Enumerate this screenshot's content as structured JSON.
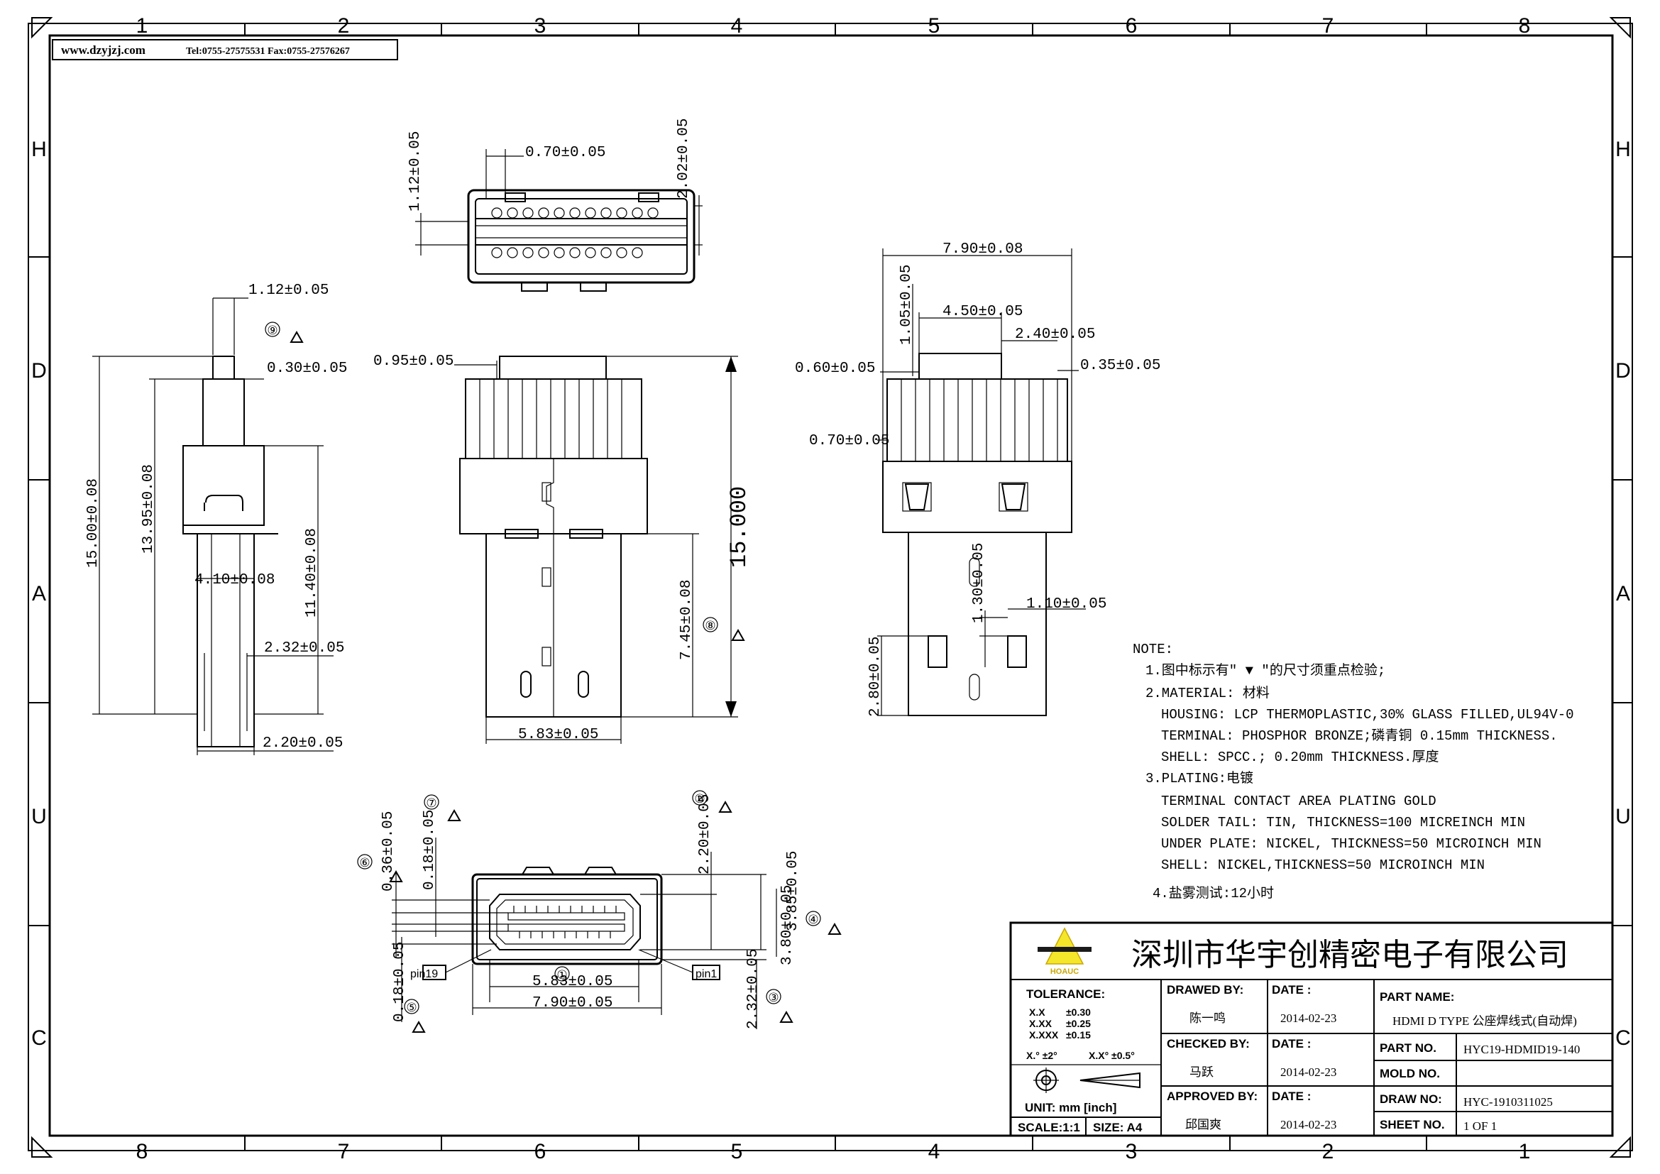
{
  "header": {
    "website": "www.dzyjzj.com",
    "contact": "Tel:0755-27575531 Fax:0755-27576267"
  },
  "grid": {
    "top_numbers": [
      "1",
      "2",
      "3",
      "4",
      "5",
      "6",
      "7",
      "8"
    ],
    "bottom_numbers": [
      "8",
      "7",
      "6",
      "5",
      "4",
      "3",
      "2",
      "1"
    ],
    "left_letters": [
      "H",
      "D",
      "A",
      "U",
      "C"
    ],
    "right_letters": [
      "H",
      "D",
      "A",
      "U",
      "C"
    ]
  },
  "dims": {
    "top_070": "0.70±0.05",
    "top_112": "1.12±0.05",
    "top_202": "2.02±0.05",
    "side_112": "1.12±0.05",
    "side_030": "0.30±0.05",
    "side_1500": "15.00±0.08",
    "side_1395": "13.95±0.08",
    "side_410": "4.10±0.08",
    "side_1140": "11.40±0.08",
    "side_232": "2.32±0.05",
    "side_220": "2.20±0.05",
    "front_095": "0.95±0.05",
    "front_15000": "15.000",
    "front_745": "7.45±0.08",
    "front_583": "5.83±0.05",
    "right_790": "7.90±0.08",
    "right_105": "1.05±0.05",
    "right_450": "4.50±0.05",
    "right_240": "2.40±0.05",
    "right_060": "0.60±0.05",
    "right_035": "0.35±0.05",
    "right_070": "0.70±0.05",
    "right_130": "1.30±0.05",
    "right_110": "1.10±0.05",
    "right_280": "2.80±0.05",
    "end_036": "0.36±0.05",
    "end_018a": "0.18±0.05",
    "end_220": "2.20±0.05",
    "end_385": "3.85±0.05",
    "end_380": "3.80±0.05",
    "end_583": "5.83±0.05",
    "end_790": "7.90±0.05",
    "end_018b": "0.18±0.05",
    "end_232": "2.32±0.05",
    "pin19": "pin19",
    "pin1": "pin1"
  },
  "markers": {
    "m1": "①",
    "m2": "②",
    "m3": "③",
    "m4": "④",
    "m5": "⑤",
    "m6": "⑥",
    "m7": "⑦",
    "m8": "⑧",
    "m9": "⑨"
  },
  "notes": {
    "heading": "NOTE:",
    "lines": [
      "1.图中标示有\" ▼ \"的尺寸须重点检验;",
      "2.MATERIAL: 材料",
      "HOUSING: LCP THERMOPLASTIC,30% GLASS FILLED,UL94V-0",
      "TERMINAL: PHOSPHOR BRONZE;磷青铜 0.15mm THICKNESS.",
      "SHELL: SPCC.; 0.20mm THICKNESS.厚度",
      "3.PLATING:电镀",
      "TERMINAL CONTACT AREA PLATING GOLD",
      "SOLDER TAIL: TIN, THICKNESS=100 MICREINCH MIN",
      "UNDER PLATE: NICKEL, THICKNESS=50 MICROINCH MIN",
      "SHELL: NICKEL,THICKNESS=50 MICROINCH MIN",
      "4.盐雾测试:12小时"
    ]
  },
  "title_block": {
    "company": "深圳市华宇创精密电子有限公司",
    "logo_text": "HOAUC",
    "tolerance_label": "TOLERANCE:",
    "tol_x": "X.X",
    "tol_x_val": "±0.30",
    "tol_xx": "X.XX",
    "tol_xx_val": "±0.25",
    "tol_xxx": "X.XXX",
    "tol_xxx_val": "±0.15",
    "tol_ang1": "X.° ±2°",
    "tol_ang2": "X.X° ±0.5°",
    "unit": "UNIT:  mm  [inch]",
    "scale": "SCALE:1:1",
    "size": "SIZE: A4",
    "drawn_by_label": "DRAWED BY:",
    "drawn_by": "陈一鸣",
    "checked_by_label": "CHECKED BY:",
    "checked_by": "马跃",
    "approved_by_label": "APPROVED BY:",
    "approved_by": "邱国爽",
    "date_label": "DATE :",
    "date1": "2014-02-23",
    "date2": "2014-02-23",
    "date3": "2014-02-23",
    "part_name_label": "PART NAME:",
    "part_name": "HDMI D TYPE 公座焊线式(自动焊)",
    "part_no_label": "PART NO.",
    "part_no": "HYC19-HDMID19-140",
    "mold_no_label": "MOLD NO.",
    "mold_no": "",
    "draw_no_label": "DRAW NO:",
    "draw_no": "HYC-1910311025",
    "sheet_no_label": "SHEET NO.",
    "sheet_no": "1 OF 1"
  }
}
